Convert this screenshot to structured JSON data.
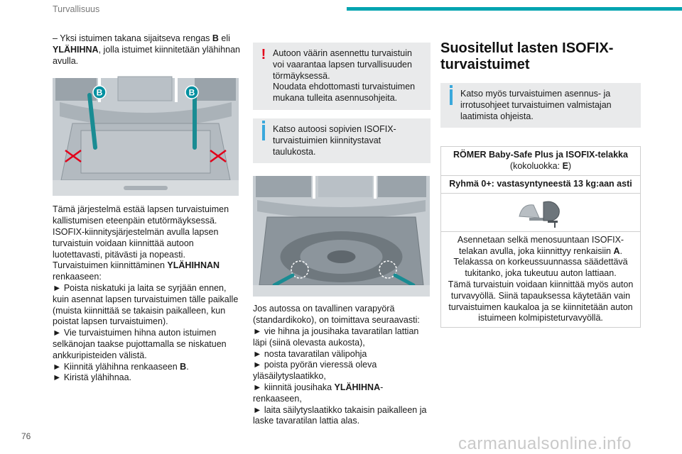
{
  "header": {
    "section": "Turvallisuus",
    "accent_color": "#00a4b0"
  },
  "page_number": "76",
  "watermark": "carmanualsonline.info",
  "col1": {
    "intro": [
      "– Yksi istuimen takana sijaitseva rengas ",
      "B",
      " eli ",
      "YLÄHIHNA",
      ", jolla istuimet kiinnitetään ylähihnan avulla."
    ],
    "figure_labels": [
      "B",
      "B"
    ],
    "p1": "Tämä järjestelmä estää lapsen turvaistuimen kallistumisen eteenpäin etutörmäyksessä.",
    "p2": "ISOFIX-kiinnitysjärjestelmän avulla lapsen turvaistuin voidaan kiinnittää autoon luotettavasti, pitävästi ja nopeasti.",
    "p3": [
      "Turvaistuimen kiinnittäminen ",
      "YLÄHIHNAN",
      " renkaaseen:"
    ],
    "steps": [
      "► Poista niskatuki ja laita se syrjään ennen, kuin asennat lapsen turvaistuimen tälle paikalle (muista kiinnittää se takaisin paikalleen, kun poistat lapsen turvaistuimen).",
      "► Vie turvaistuimen hihna auton istuimen selkänojan taakse pujottamalla se niskatuen ankkuripisteiden välistä."
    ],
    "step3": [
      "► Kiinnitä ylähihna renkaaseen ",
      "B",
      "."
    ],
    "step4": "► Kiristä ylähihnaa."
  },
  "col2": {
    "warning": {
      "icon": "warning-exclamation-icon",
      "color": "#e2001a",
      "text1": "Autoon väärin asennettu turvaistuin voi vaarantaa lapsen turvallisuuden törmäyksessä.",
      "text2": "Noudata ehdottomasti turvaistuimen mukana tulleita asennusohjeita."
    },
    "info": {
      "icon": "info-icon",
      "color": "#3aa8dc",
      "text": "Katso autoosi sopivien ISOFIX-turvaistuimien kiinnitystavat taulukosta."
    },
    "p1": "Jos autossa on tavallinen varapyörä (standardikoko), on toimittava seuraavasti:",
    "steps": [
      "► vie hihna ja jousihaka tavaratilan lattian läpi (siinä olevasta aukosta),",
      "► nosta tavaratilan välipohja",
      "► poista pyörän vieressä oleva yläsäilytyslaatikko,"
    ],
    "step4": [
      "► kiinnitä jousihaka ",
      "YLÄHIHNA",
      "-renkaaseen,"
    ],
    "step5": "► laita säilytyslaatikko takaisin paikalleen ja laske tavaratilan lattia alas."
  },
  "col3": {
    "heading": "Suositellut lasten ISOFIX-turvaistuimet",
    "info": {
      "icon": "info-icon",
      "text": "Katso myös turvaistuimen asennus- ja irrotusohjeet turvaistuimen valmistajan laatimista ohjeista."
    },
    "table": {
      "title_bold": "RÖMER Baby-Safe Plus ja ISOFIX-telakka",
      "class_prefix": "(kokoluokka: ",
      "class_value": "E",
      "class_suffix": ")",
      "group": "Ryhmä 0+: vastasyntyneestä 13 kg:aan asti",
      "desc1": [
        "Asennetaan selkä menosuuntaan ISOFIX-telakan avulla, joka kiinnittyy renkaisiin ",
        "A",
        "."
      ],
      "desc2": "Telakassa on korkeussuunnassa säädettävä tukitanko, joka tukeutuu auton lattiaan.",
      "desc3": "Tämä turvaistuin voidaan kiinnittää myös auton turvavyöllä. Siinä tapauksessa käytetään vain turvaistuimen kaukaloa ja se kiinnitetään auton istuimeen kolmipisteturvavyöllä."
    }
  }
}
